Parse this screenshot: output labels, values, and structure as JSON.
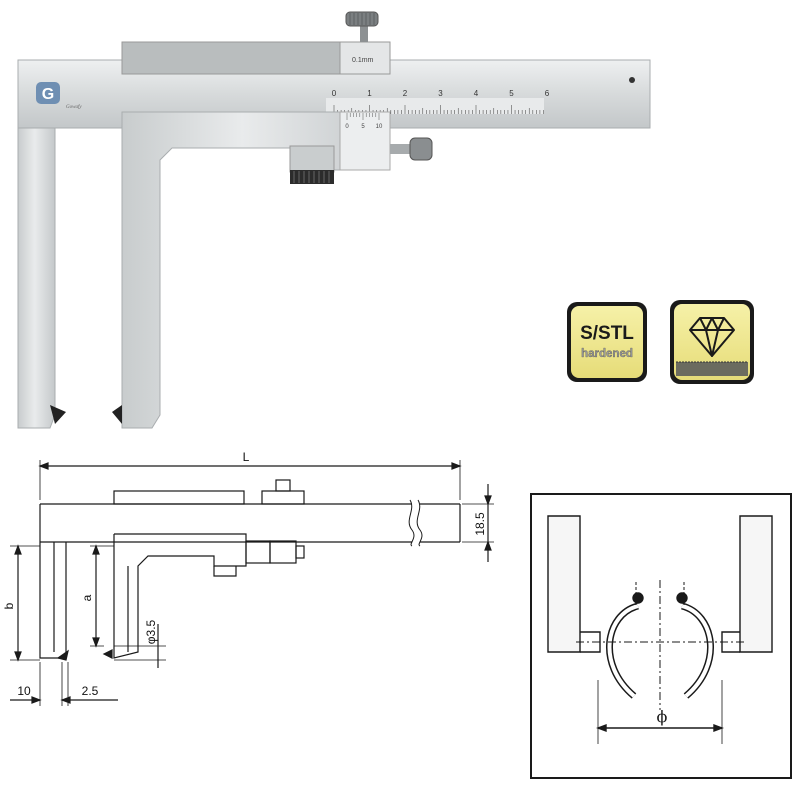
{
  "photo": {
    "lock_label": "0.1mm",
    "main_scale": [
      "0",
      "1",
      "2",
      "3",
      "4",
      "5",
      "6"
    ],
    "vernier_scale": [
      "0",
      "5",
      "10"
    ]
  },
  "badges": {
    "material_line1": "S/STL",
    "material_line2": "hardened",
    "diamond_icon": "diamond-icon"
  },
  "drawing": {
    "length": "L",
    "height": "18.5",
    "depth_b": "b",
    "depth_a": "a",
    "tip": "φ3.5",
    "offset_10": "10",
    "offset_2_5": "2.5"
  },
  "detail": {
    "diameter": "ϕ"
  },
  "colors": {
    "steel": "#d6d9da",
    "steel_dark": "#9ea2a4",
    "badge_yellow": "#f2ec9a",
    "badge_border": "#1a1a1a"
  }
}
